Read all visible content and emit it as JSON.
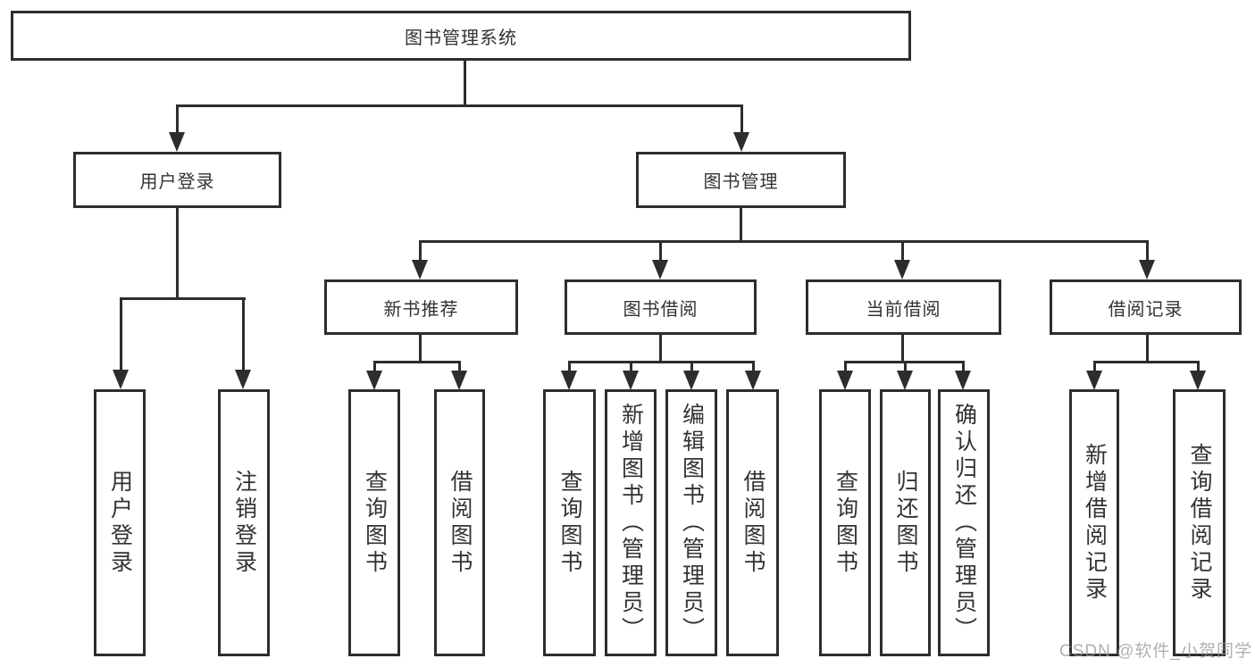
{
  "diagram": {
    "type": "tree-hierarchy",
    "colors": {
      "line": "#2d2d2d",
      "text": "#333333",
      "background": "#ffffff",
      "watermark": "#969696"
    },
    "watermark": "CSDN @软件_小贺同学",
    "nodes": {
      "root": {
        "label": "图书管理系统"
      },
      "user_login": {
        "label": "用户登录"
      },
      "book_mgmt": {
        "label": "图书管理"
      },
      "new_book_rec": {
        "label": "新书推荐"
      },
      "book_borrow": {
        "label": "图书借阅"
      },
      "current_borrow": {
        "label": "当前借阅"
      },
      "borrow_record": {
        "label": "借阅记录"
      },
      "leaf_user_login": {
        "label": "用户登录"
      },
      "leaf_logout": {
        "label": "注销登录"
      },
      "leaf_nb_query": {
        "label": "查询图书"
      },
      "leaf_nb_borrow": {
        "label": "借阅图书"
      },
      "leaf_bb_query": {
        "label": "查询图书"
      },
      "leaf_bb_add": {
        "label": "新增图书（管理员）"
      },
      "leaf_bb_edit": {
        "label": "编辑图书（管理员）"
      },
      "leaf_bb_borrow": {
        "label": "借阅图书"
      },
      "leaf_cb_query": {
        "label": "查询图书"
      },
      "leaf_cb_return": {
        "label": "归还图书"
      },
      "leaf_cb_confirm": {
        "label": "确认归还（管理员）"
      },
      "leaf_br_add": {
        "label": "新增借阅记录"
      },
      "leaf_br_query": {
        "label": "查询借阅记录"
      }
    },
    "hierarchy": {
      "图书管理系统": {
        "用户登录": [
          "用户登录",
          "注销登录"
        ],
        "图书管理": {
          "新书推荐": [
            "查询图书",
            "借阅图书"
          ],
          "图书借阅": [
            "查询图书",
            "新增图书（管理员）",
            "编辑图书（管理员）",
            "借阅图书"
          ],
          "当前借阅": [
            "查询图书",
            "归还图书",
            "确认归还（管理员）"
          ],
          "借阅记录": [
            "新增借阅记录",
            "查询借阅记录"
          ]
        }
      }
    }
  }
}
